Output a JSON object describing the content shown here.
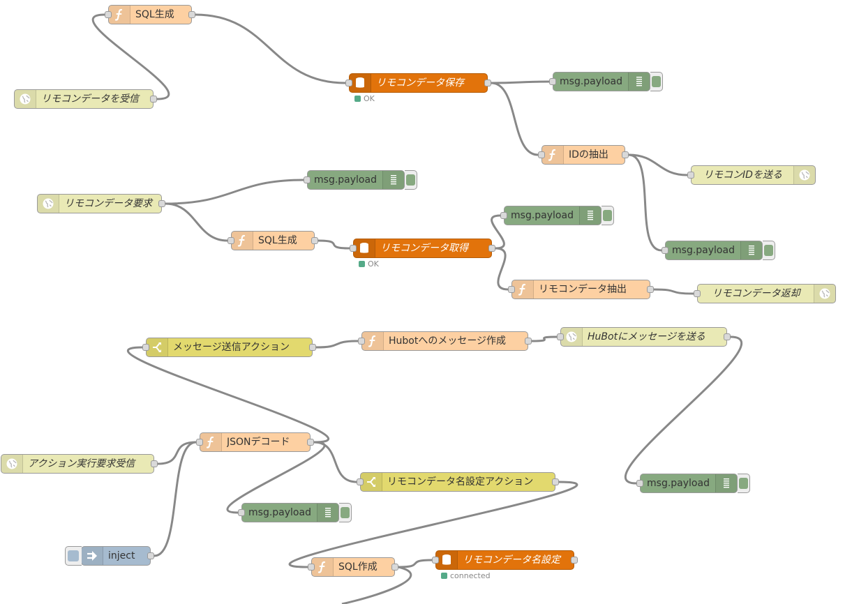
{
  "colors": {
    "function": "#fdd0a2",
    "database": "#e2730b",
    "websocket": "#e9e9b5",
    "switch": "#e2d96e",
    "debug": "#87a980",
    "inject": "#a6bbcf",
    "status_ok": "#5a8",
    "wire": "#888888"
  },
  "nodes": {
    "sql_gen_1": {
      "label": "SQL生成",
      "icon": "function-icon"
    },
    "ws_remocon_recv": {
      "label": "リモコンデータを受信",
      "icon": "globe-icon"
    },
    "db_save": {
      "label": "リモコンデータ保存",
      "icon": "database-icon",
      "status": "OK"
    },
    "debug_1": {
      "label": "msg.payload",
      "icon": "list-icon"
    },
    "id_extract": {
      "label": "IDの抽出",
      "icon": "function-icon"
    },
    "ws_send_id": {
      "label": "リモコンIDを送る",
      "icon": "globe-icon"
    },
    "debug_2": {
      "label": "msg.payload",
      "icon": "list-icon"
    },
    "ws_remocon_req": {
      "label": "リモコンデータ要求",
      "icon": "globe-icon"
    },
    "debug_3": {
      "label": "msg.payload",
      "icon": "list-icon"
    },
    "sql_gen_2": {
      "label": "SQL生成",
      "icon": "function-icon"
    },
    "db_get": {
      "label": "リモコンデータ取得",
      "icon": "database-icon",
      "status": "OK"
    },
    "debug_4": {
      "label": "msg.payload",
      "icon": "list-icon"
    },
    "remocon_extract": {
      "label": "リモコンデータ抽出",
      "icon": "function-icon"
    },
    "ws_remocon_return": {
      "label": "リモコンデータ返却",
      "icon": "globe-icon"
    },
    "switch_msg_send": {
      "label": "メッセージ送信アクション",
      "icon": "switch-icon"
    },
    "hubot_msg": {
      "label": "Hubotへのメッセージ作成",
      "icon": "function-icon"
    },
    "ws_hubot_send": {
      "label": "HuBotにメッセージを送る",
      "icon": "globe-icon"
    },
    "debug_5": {
      "label": "msg.payload",
      "icon": "list-icon"
    },
    "ws_action_recv": {
      "label": "アクション実行要求受信",
      "icon": "globe-icon"
    },
    "json_decode": {
      "label": "JSONデコード",
      "icon": "function-icon"
    },
    "switch_name_action": {
      "label": "リモコンデータ名設定アクション",
      "icon": "switch-icon"
    },
    "debug_6": {
      "label": "msg.payload",
      "icon": "list-icon"
    },
    "inject": {
      "label": "inject",
      "icon": "arrow-in-icon"
    },
    "sql_make": {
      "label": "SQL作成",
      "icon": "function-icon"
    },
    "db_name_set": {
      "label": "リモコンデータ名設定",
      "icon": "database-icon",
      "status": "connected"
    }
  }
}
